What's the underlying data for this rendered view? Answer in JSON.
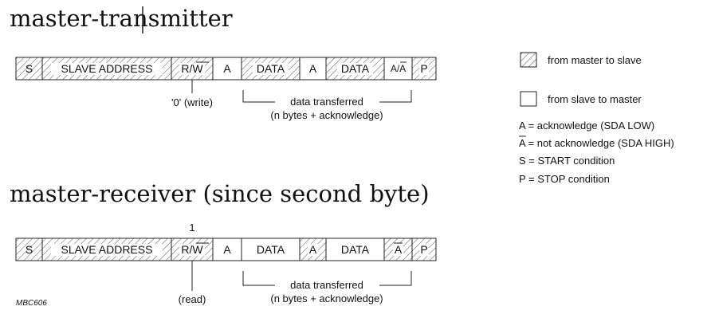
{
  "diagram": {
    "title_transmitter": "master-transmitter",
    "title_receiver": "master-receiver (since second byte)",
    "transmitter_row": {
      "cells": {
        "s": "S",
        "slave_address": "SLAVE ADDRESS",
        "rw": "R/W",
        "ack1": "A",
        "data1": "DATA",
        "ack2": "A",
        "data2": "DATA",
        "ack_nack": "A/A",
        "p": "P"
      },
      "annotations": {
        "write": "'0' (write)",
        "data_transferred": "data transferred",
        "n_bytes": "(n bytes + acknowledge)"
      }
    },
    "receiver_row": {
      "rw_value": "1",
      "cells": {
        "s": "S",
        "slave_address": "SLAVE ADDRESS",
        "rw": "R/W",
        "ack1": "A",
        "data1": "DATA",
        "ack2": "A",
        "data2": "DATA",
        "nack": "A",
        "p": "P"
      },
      "annotations": {
        "read": "(read)",
        "data_transferred": "data transferred",
        "n_bytes": "(n bytes + acknowledge)"
      }
    },
    "figure_code": "MBC606"
  },
  "legend": {
    "from_master": "from master to slave",
    "from_slave": "from slave to master",
    "definitions": {
      "ack": "A = acknowledge (SDA LOW)",
      "nack": "A = not acknowledge (SDA HIGH)",
      "start": "S = START condition",
      "stop": "P = STOP condition"
    }
  }
}
